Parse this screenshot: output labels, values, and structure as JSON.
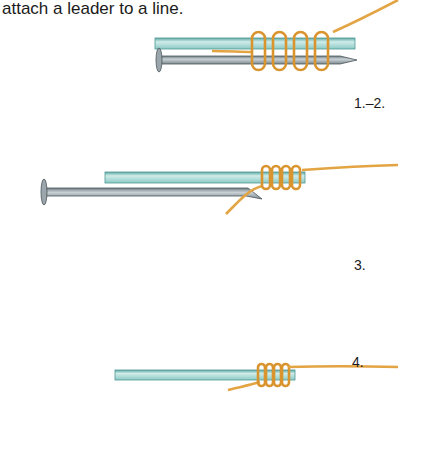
{
  "diagram": {
    "labels": [
      "attach a leader to a line.",
      "1.–2.",
      "3.",
      "4."
    ]
  }
}
